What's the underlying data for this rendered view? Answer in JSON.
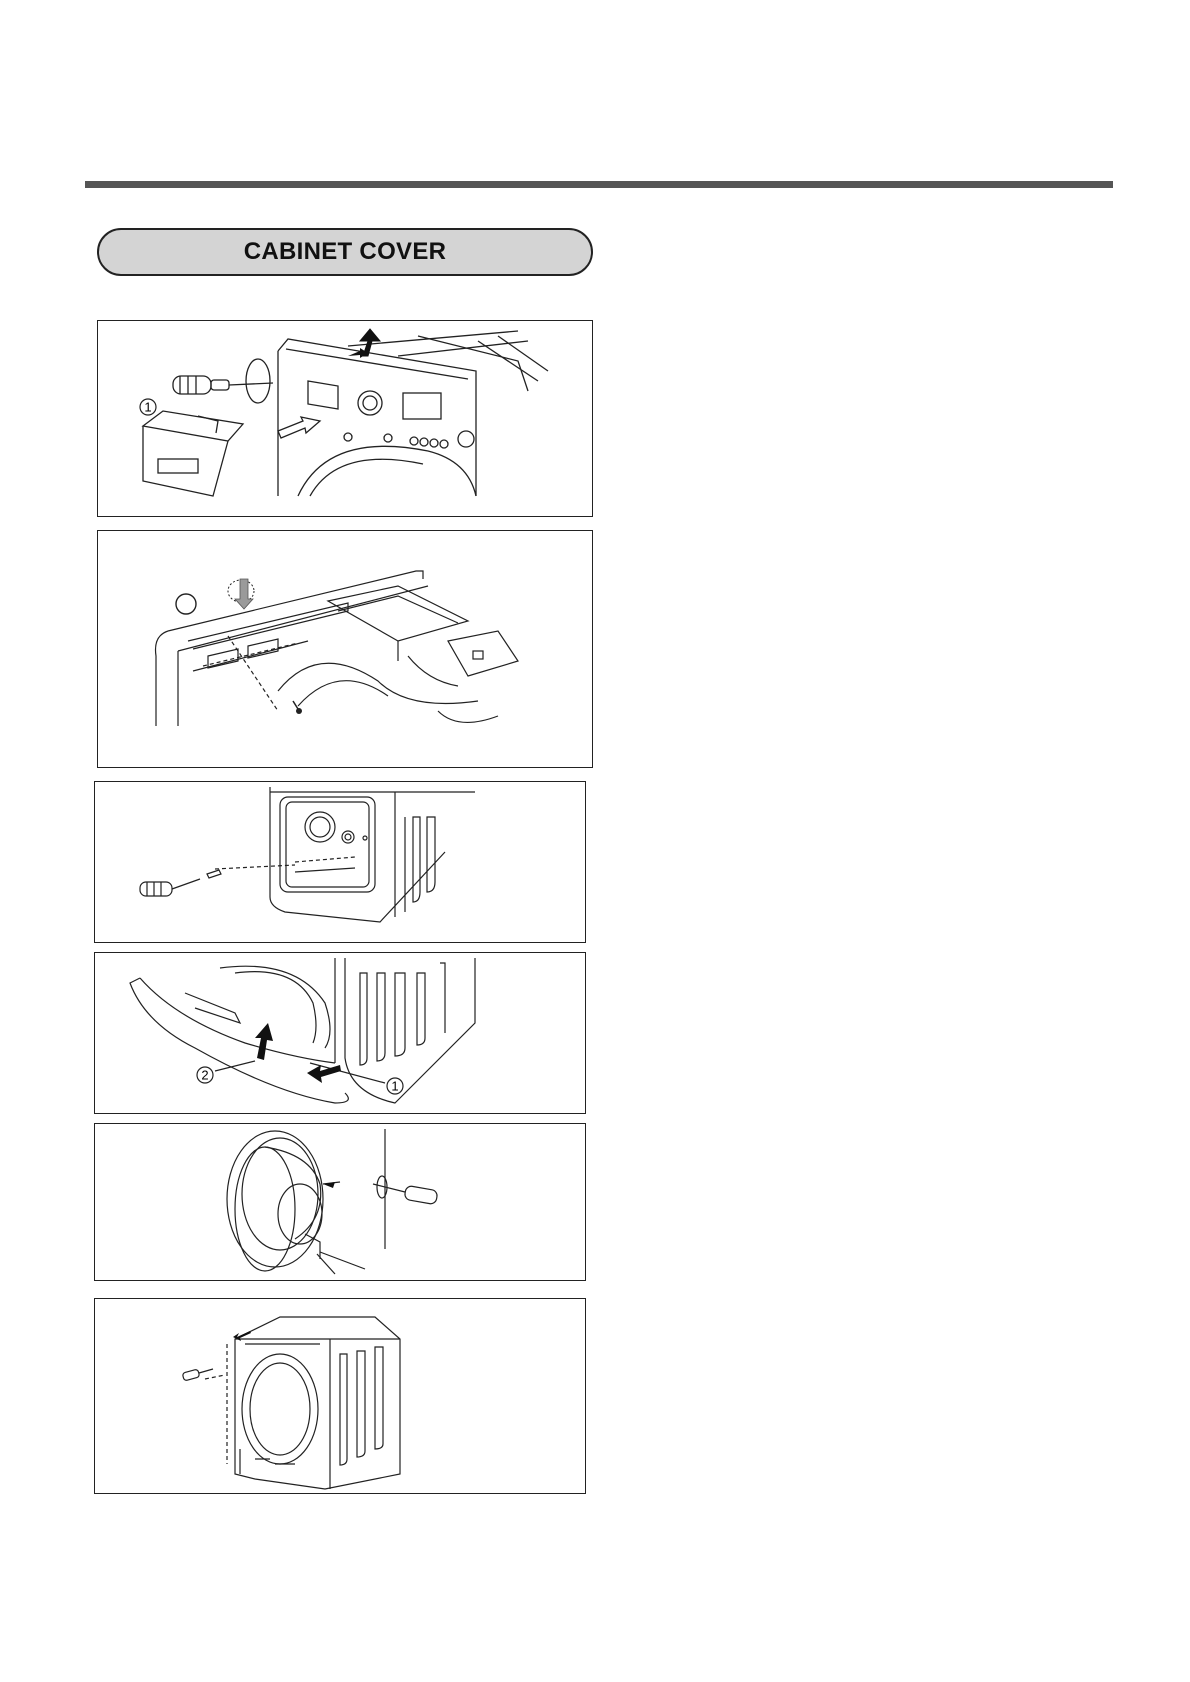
{
  "section": {
    "title": "CABINET COVER"
  },
  "figures": [
    {
      "id": "fig1",
      "callouts": [
        "1"
      ]
    },
    {
      "id": "fig2",
      "callouts": []
    },
    {
      "id": "fig3",
      "callouts": []
    },
    {
      "id": "fig4",
      "callouts": [
        "2",
        "1"
      ]
    },
    {
      "id": "fig5",
      "callouts": []
    },
    {
      "id": "fig6",
      "callouts": []
    }
  ],
  "colors": {
    "rule": "#555555",
    "pill_fill": "#d4d4d4",
    "line": "#222222",
    "arrow_fill": "#9a9a9a"
  }
}
